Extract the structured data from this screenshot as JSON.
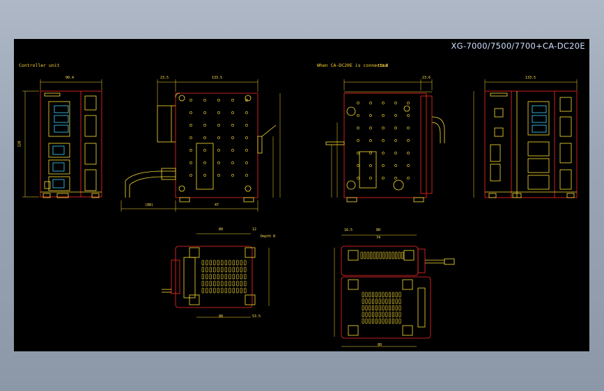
{
  "drawing": {
    "title": "XG-7000/7500/7700+CA-DC20E",
    "section_left": "Controller unit",
    "section_right": "When CA-DC20E is connected",
    "colors": {
      "background": "#000000",
      "outline": "#ff2a2a",
      "detail": "#ffe033",
      "accent": "#3fd4ff",
      "title": "#cfe0ff",
      "frame": "#9aa6b6"
    }
  },
  "dimensions": {
    "front_width": "90.4",
    "side_width": "133.5",
    "side_offset": "23.5",
    "right_side_width": "133.8",
    "right_side_offset": "23.6",
    "right_front_width": "133.5",
    "total_length": "(88)",
    "base_length": "47",
    "height": "120",
    "bottom_width": "80",
    "bottom_offset": "12",
    "right_bottom_width": "80",
    "right_bottom_offset": "16.5",
    "right_bottom_inner": "74",
    "bottom_depth": "53.5",
    "mount_label": "Depth 8"
  }
}
